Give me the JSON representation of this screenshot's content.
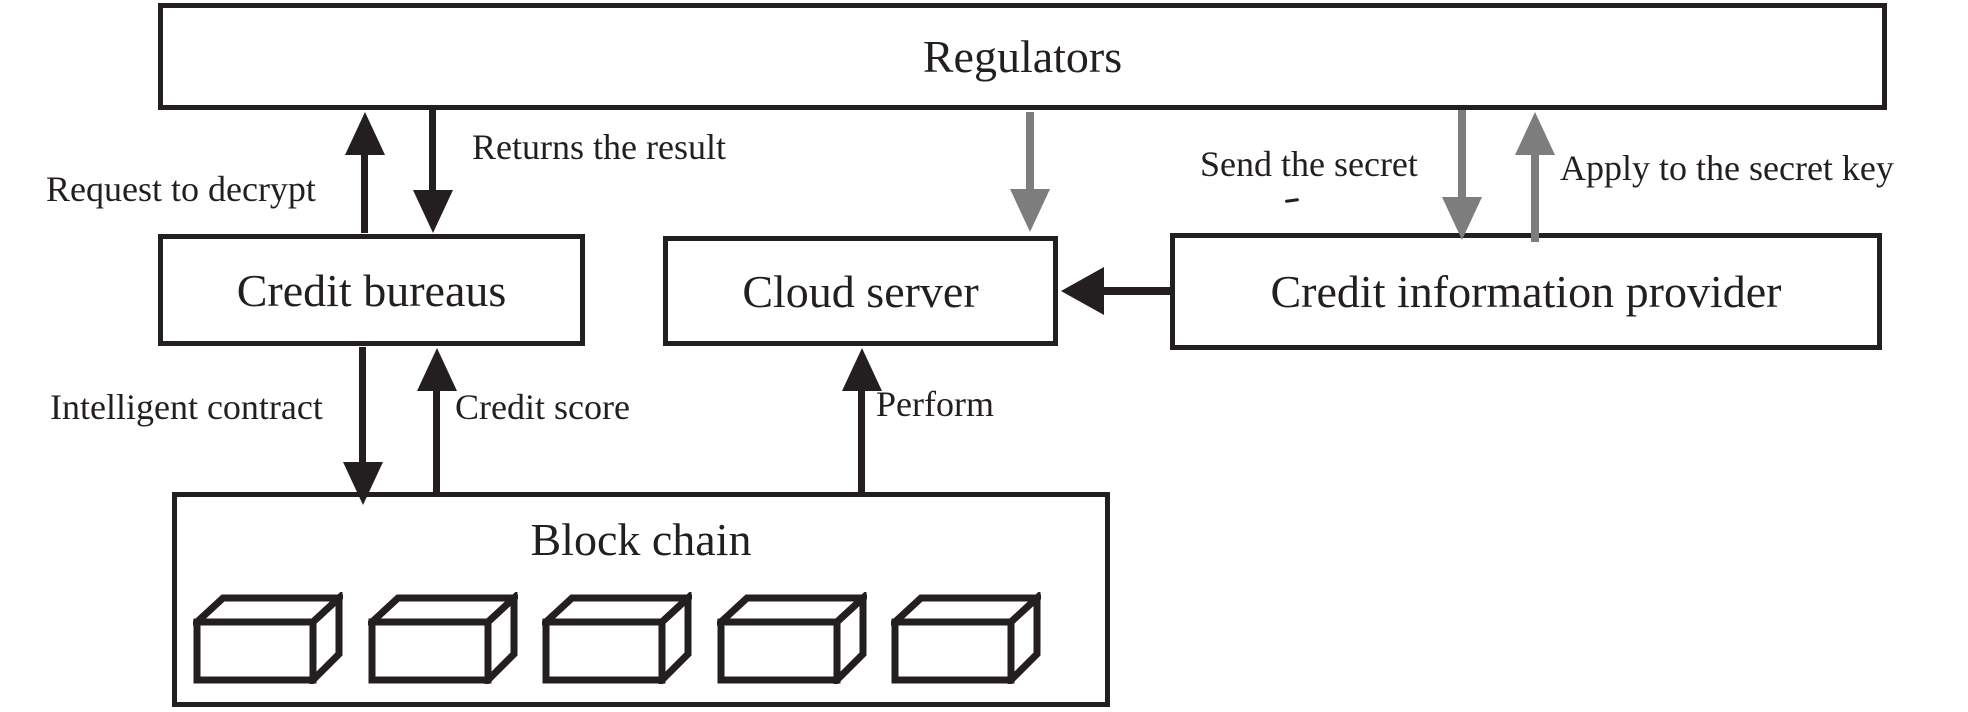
{
  "diagram": {
    "nodes": {
      "regulators": {
        "label": "Regulators"
      },
      "credit_bureaus": {
        "label": "Credit bureaus"
      },
      "cloud_server": {
        "label": "Cloud server"
      },
      "credit_information_provider": {
        "label": "Credit information provider"
      },
      "block_chain": {
        "label": "Block chain",
        "block_count": 5
      }
    },
    "edges": {
      "request_to_decrypt": {
        "label": "Request to decrypt",
        "from": "credit_bureaus",
        "to": "regulators",
        "color": "black",
        "direction": "up"
      },
      "returns_the_result": {
        "label": "Returns the result",
        "from": "regulators",
        "to": "credit_bureaus",
        "color": "black",
        "direction": "down"
      },
      "regulators_to_cloud_server": {
        "label": "",
        "from": "regulators",
        "to": "cloud_server",
        "color": "gray",
        "direction": "down"
      },
      "send_the_secret": {
        "label": "Send the secret",
        "from": "regulators",
        "to": "credit_information_provider",
        "color": "gray",
        "direction": "down"
      },
      "apply_to_the_secret_key": {
        "label": "Apply to the secret key",
        "from": "credit_information_provider",
        "to": "regulators",
        "color": "gray",
        "direction": "up"
      },
      "provider_to_cloud_server": {
        "label": "",
        "from": "credit_information_provider",
        "to": "cloud_server",
        "color": "black",
        "direction": "left"
      },
      "intelligent_contract": {
        "label": "Intelligent contract",
        "from": "credit_bureaus",
        "to": "block_chain",
        "color": "black",
        "direction": "down"
      },
      "credit_score": {
        "label": "Credit score",
        "from": "block_chain",
        "to": "credit_bureaus",
        "color": "black",
        "direction": "up"
      },
      "perform": {
        "label": "Perform",
        "from": "block_chain",
        "to": "cloud_server",
        "color": "black",
        "direction": "up"
      }
    },
    "colors": {
      "background": "#ffffff",
      "stroke": "#231f20",
      "gray_arrow": "#7d7d7d",
      "text": "#231f20"
    }
  }
}
